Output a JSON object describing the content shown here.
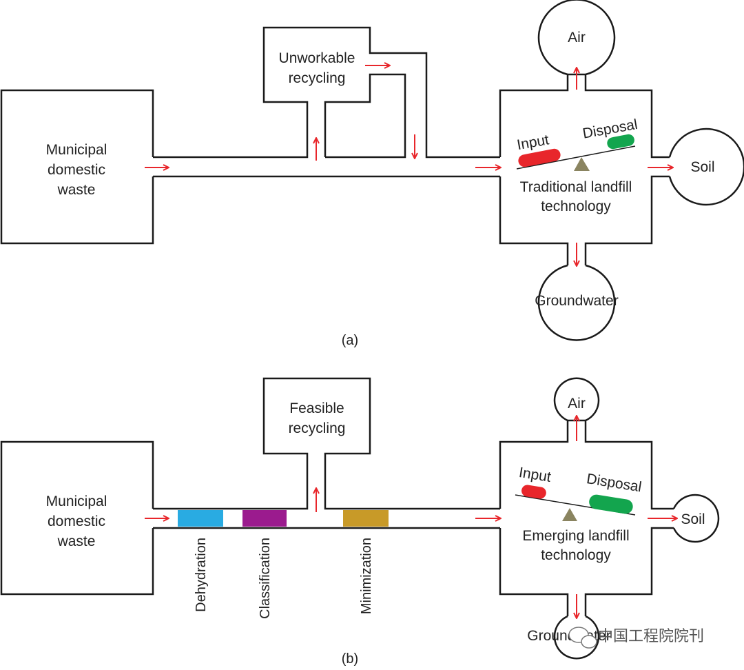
{
  "colors": {
    "outline": "#1a1a1a",
    "arrow": "#e8262b",
    "input_pill": "#e8262b",
    "disposal_pill": "#13a54e",
    "fulcrum": "#8a8460",
    "dehydration": "#29abe2",
    "classification": "#9b1b8e",
    "minimization": "#c89a28"
  },
  "panel_a": {
    "caption": "(a)",
    "source": [
      "Municipal",
      "domestic",
      "waste"
    ],
    "recycling": [
      "Unworkable",
      "recycling"
    ],
    "landfill": [
      "Traditional landfill",
      "technology"
    ],
    "input": "Input",
    "disposal": "Disposal",
    "air": "Air",
    "soil": "Soil",
    "groundwater": "Groundwater"
  },
  "panel_b": {
    "caption": "(b)",
    "source": [
      "Municipal",
      "domestic",
      "waste"
    ],
    "recycling": [
      "Feasible",
      "recycling"
    ],
    "landfill": [
      "Emerging landfill",
      "technology"
    ],
    "input": "Input",
    "disposal": "Disposal",
    "air": "Air",
    "soil": "Soil",
    "groundwater": "Groundwater",
    "steps": [
      "Dehydration",
      "Classification",
      "Minimization"
    ]
  },
  "watermark": "中国工程院院刊",
  "watermark_icon": "wechat-icon"
}
